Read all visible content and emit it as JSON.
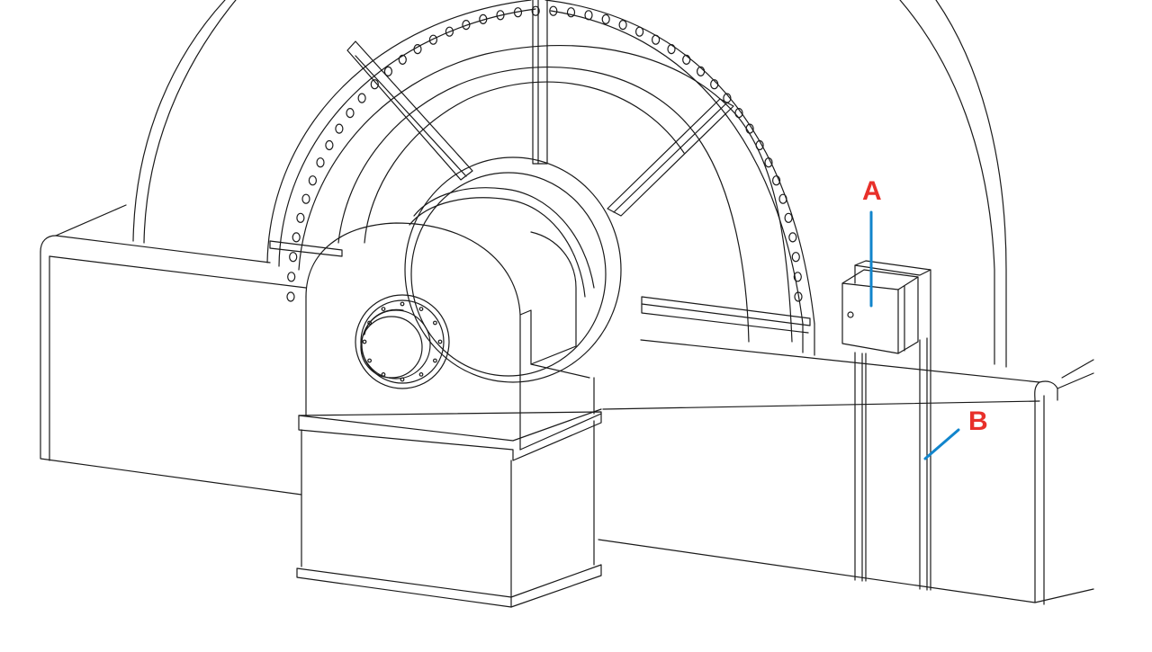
{
  "colors": {
    "line": "#1a1a1a",
    "callout_line": "#1185cc",
    "callout_text": "#e8302a",
    "background": "#ffffff"
  },
  "callouts": [
    {
      "id": "A",
      "label": "A"
    },
    {
      "id": "B",
      "label": "B"
    }
  ]
}
